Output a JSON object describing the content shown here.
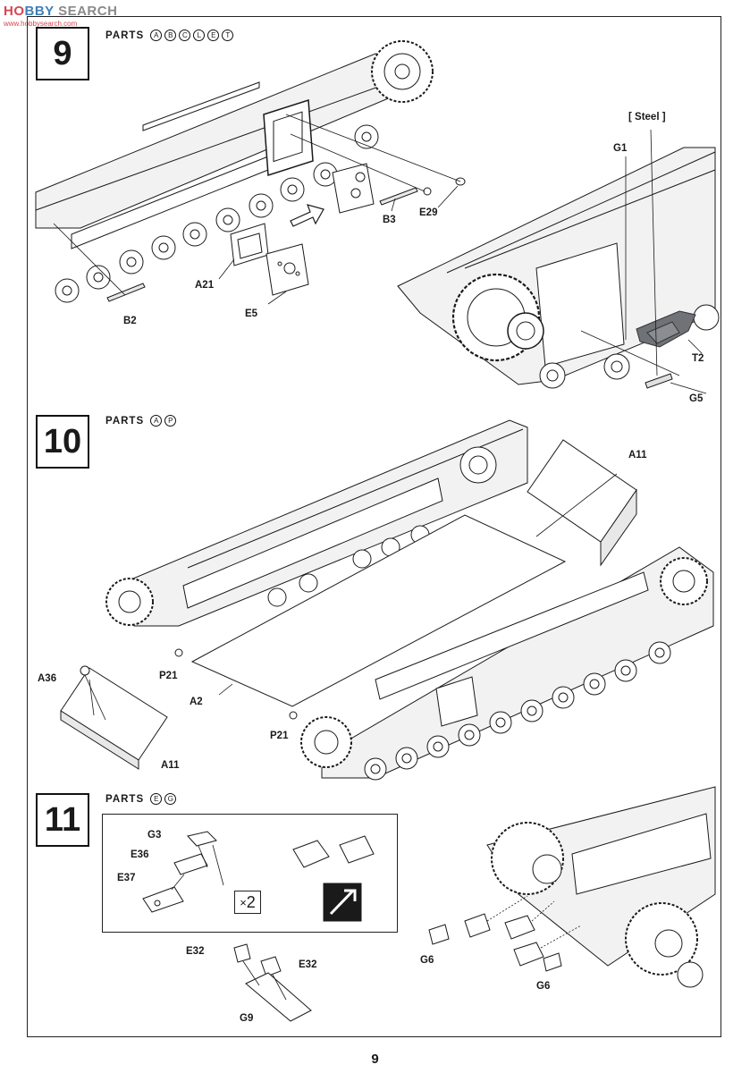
{
  "watermark": {
    "part1": "HO",
    "part2": "BBY",
    "part3": "SEARCH",
    "sub": "www.hobbysearch.com"
  },
  "steps": [
    {
      "number": "9",
      "parts_label": "PARTS",
      "parts": [
        "A",
        "B",
        "C",
        "L",
        "E",
        "T"
      ]
    },
    {
      "number": "10",
      "parts_label": "PARTS",
      "parts": [
        "A",
        "P"
      ]
    },
    {
      "number": "11",
      "parts_label": "PARTS",
      "parts": [
        "E",
        "G"
      ]
    }
  ],
  "step9_labels": {
    "steel": "[ Steel ]",
    "g1": "G1",
    "e29": "E29",
    "b3": "B3",
    "a21": "A21",
    "e5": "E5",
    "b2": "B2",
    "t2": "T2",
    "g5": "G5"
  },
  "step10_labels": {
    "a11_top": "A11",
    "a36": "A36",
    "p21_left": "P21",
    "a2": "A2",
    "p21_bottom": "P21",
    "a11_bottom": "A11"
  },
  "step11_labels": {
    "g3": "G3",
    "e36": "E36",
    "e37": "E37",
    "x2": "×",
    "x2_num": "2",
    "e32_left": "E32",
    "e32_right": "E32",
    "g9": "G9",
    "g6_left": "G6",
    "g6_right": "G6"
  },
  "colors": {
    "line": "#1a1a1a",
    "steel_part": "#6f7378",
    "frame": "#222222"
  },
  "icons": {
    "assembly_arrow": "arrow-right-icon",
    "check_mark": "checkmark-box-icon"
  },
  "page_number": "9"
}
